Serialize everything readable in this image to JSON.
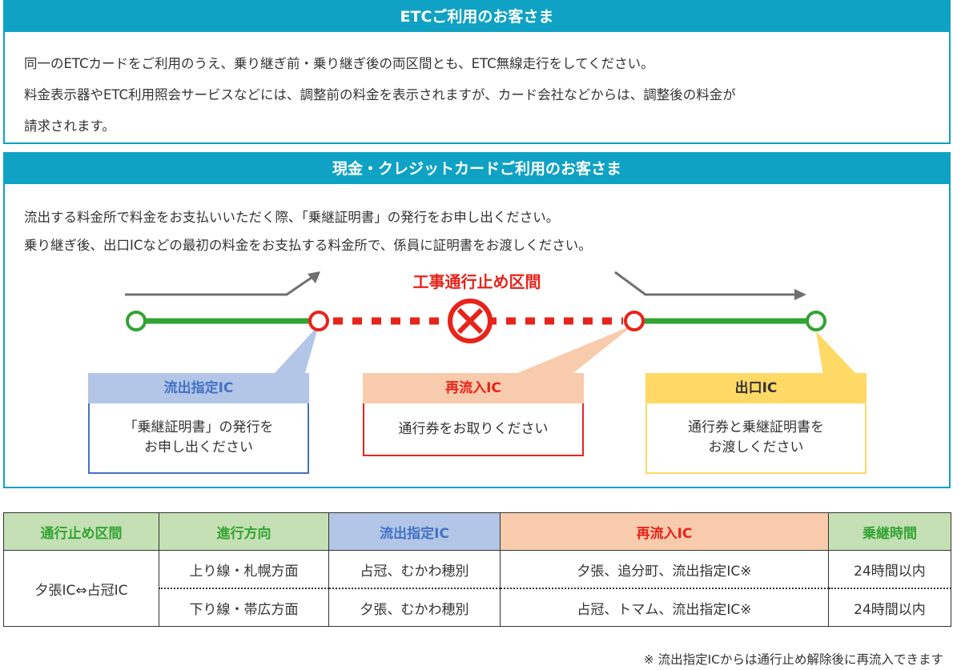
{
  "etc": {
    "title": "ETCご利用のお客さま",
    "lines": [
      "同一のETCカードをご利用のうえ、乗り継ぎ前・乗り継ぎ後の両区間とも、ETC無線走行をしてください。",
      "料金表示器やETC利用照会サービスなどには、調整前の料金を表示されますが、カード会社などからは、調整後の料金が",
      "請求されます。"
    ]
  },
  "cash": {
    "title": "現金・クレジットカードご利用のお客さま",
    "lines": [
      "流出する料金所で料金をお支払いいただく際、「乗継証明書」の発行をお申し出ください。",
      "乗り継ぎ後、出口ICなどの最初の料金をお支払する料金所で、係員に証明書をお渡しください。"
    ]
  },
  "diagram": {
    "closure_label": "工事通行止め区間",
    "colors": {
      "road": "#33a333",
      "closure": "#e8231a",
      "arrow": "#707070"
    },
    "boxes": [
      {
        "head": "流出指定IC",
        "text_lines": [
          "「乗継証明書」の発行を",
          "お申し出ください"
        ],
        "head_bg": "#b3c6e7",
        "head_color": "#4472c4",
        "border": "#4472c4"
      },
      {
        "head": "再流入IC",
        "text_lines": [
          "通行券をお取りください"
        ],
        "head_bg": "#f8cbad",
        "head_color": "#e8231a",
        "border": "#e8231a"
      },
      {
        "head": "出口IC",
        "text_lines": [
          "通行券と乗継証明書を",
          "お渡しください"
        ],
        "head_bg": "#ffd966",
        "head_color": "#333333",
        "border": "#ffd966"
      }
    ]
  },
  "table": {
    "headers": [
      {
        "label": "通行止め区間",
        "bg": "#c5e0b4",
        "color": "#33a333"
      },
      {
        "label": "進行方向",
        "bg": "#c5e0b4",
        "color": "#33a333"
      },
      {
        "label": "流出指定IC",
        "bg": "#b3c6e7",
        "color": "#4472c4"
      },
      {
        "label": "再流入IC",
        "bg": "#f8cbad",
        "color": "#e8231a"
      },
      {
        "label": "乗継時間",
        "bg": "#c5e0b4",
        "color": "#33a333"
      }
    ],
    "section": "夕張IC⇔占冠IC",
    "rows": [
      {
        "direction": "上り線・札幌方面",
        "exit_ic": "占冠、むかわ穂別",
        "reentry_ic": "夕張、追分町、流出指定IC※",
        "time": "24時間以内"
      },
      {
        "direction": "下り線・帯広方面",
        "exit_ic": "夕張、むかわ穂別",
        "reentry_ic": "占冠、トマム、流出指定IC※",
        "time": "24時間以内"
      }
    ]
  },
  "footnote": "※ 流出指定ICからは通行止め解除後に再流入できます"
}
